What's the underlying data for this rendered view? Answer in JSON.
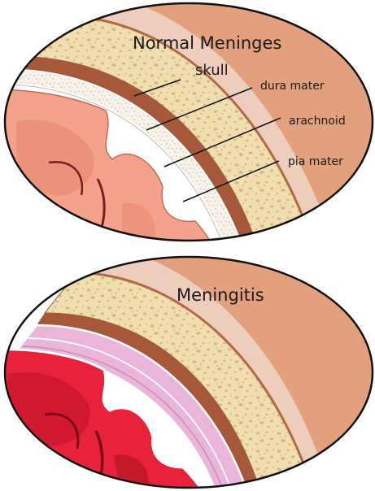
{
  "panels": {
    "normal": {
      "title": "Normal Meninges",
      "labels": {
        "skull": "skull",
        "dura": "dura mater",
        "arachnoid": "arachnoid",
        "pia": "pia mater"
      }
    },
    "meningitis": {
      "title": "Meningitis"
    }
  },
  "colors": {
    "outline": "#111111",
    "scalp": "#e3a07c",
    "scalp_dark": "#d8906a",
    "bone": "#f0ddb0",
    "bone_spots": "#d6b77c",
    "dura": "#a8583a",
    "pia_normal": "#f5f0ea",
    "brain_normal": "#f4a28b",
    "brain_normal_shade": "#e8856d",
    "inflamed_meninges": "#e9b6da",
    "brain_inflamed": "#e8223b",
    "brain_inflamed_dark": "#a8101f"
  }
}
